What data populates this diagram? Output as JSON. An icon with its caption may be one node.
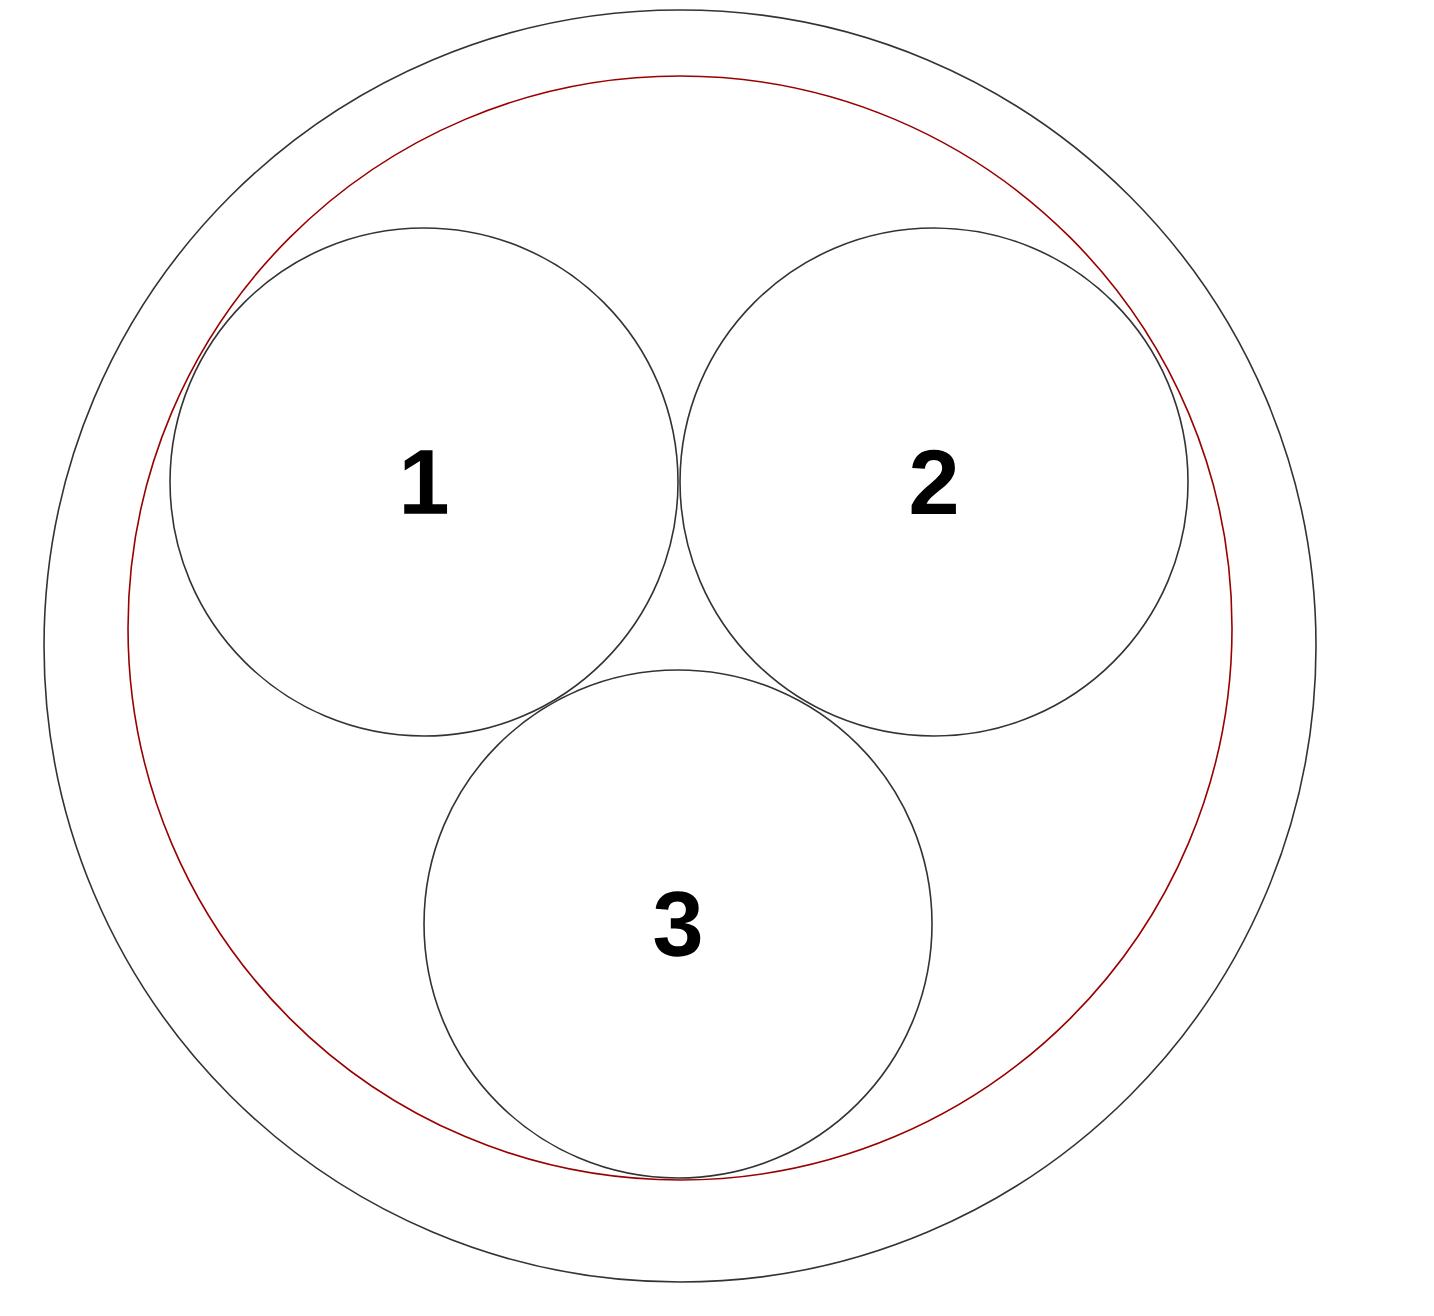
{
  "diagram": {
    "nodes": [
      {
        "text": [],
        "shape": "circle"
      },
      {
        "text": [],
        "shape": "circle",
        "in": 0
      },
      {
        "text": [
          "1"
        ],
        "in": 1
      },
      {
        "text": [
          "2"
        ],
        "in": 1
      },
      {
        "text": [
          "3"
        ],
        "in": 1
      }
    ]
  }
}
